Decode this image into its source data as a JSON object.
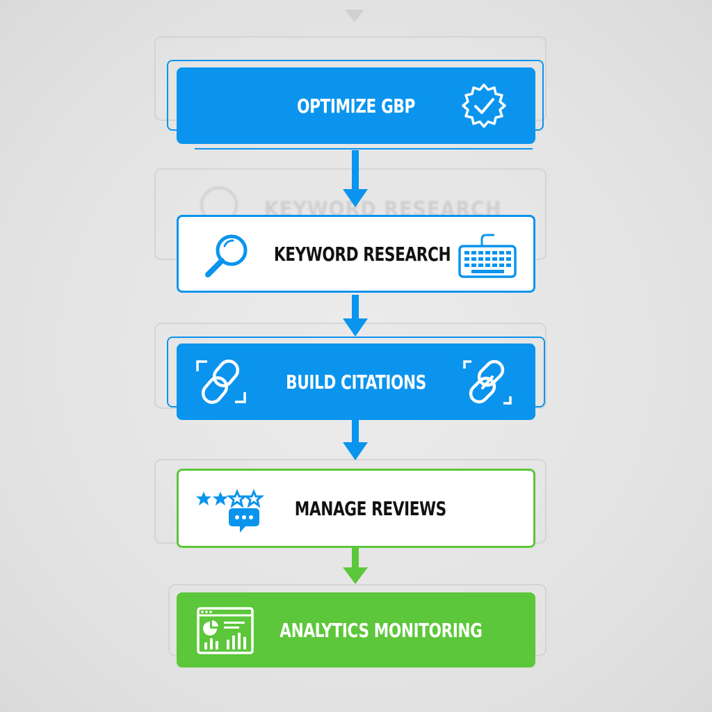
{
  "colors": {
    "blue": "#0a94ee",
    "green": "#5cc73a",
    "background": "#e6e6e6",
    "ghost": "#d4d4d4"
  },
  "steps": [
    {
      "label": "OPTIMIZE GBP",
      "style": "filled-blue",
      "icon": "verified-badge-icon"
    },
    {
      "label": "KEYWORD RESEARCH",
      "style": "outlined-blue",
      "icons": [
        "magnifier-icon",
        "keyboard-icon"
      ]
    },
    {
      "label": "BUILD CITATIONS",
      "style": "filled-blue",
      "icons": [
        "link-icon",
        "link-icon"
      ]
    },
    {
      "label": "MANAGE REVIEWS",
      "style": "outlined-green",
      "icon": "stars-chat-icon"
    },
    {
      "label": "ANALYTICS MONITORING",
      "style": "filled-green",
      "icon": "dashboard-icon"
    }
  ],
  "ghost": {
    "text": "KEYWORD RESEARCH"
  }
}
